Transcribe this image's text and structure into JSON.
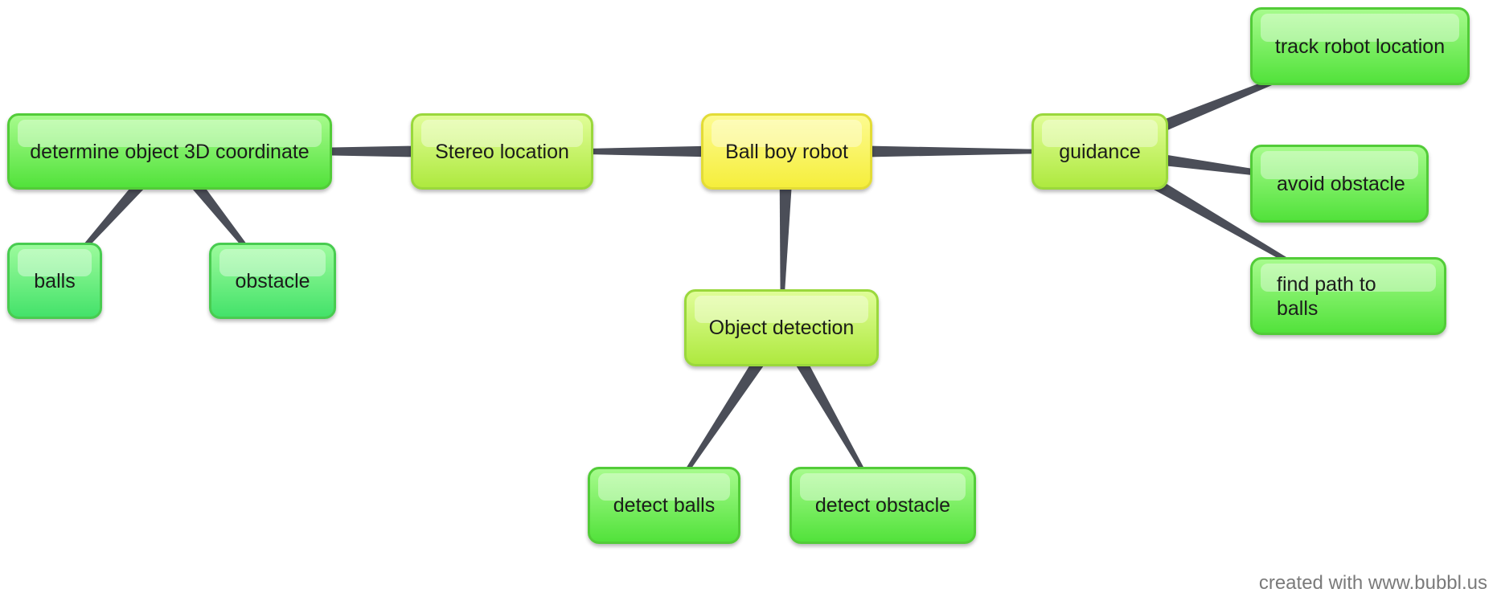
{
  "diagram": {
    "nodes": [
      {
        "id": "root",
        "label": "Ball boy robot"
      },
      {
        "id": "stereo",
        "label": "Stereo location"
      },
      {
        "id": "determine",
        "label": "determine object 3D coordinate"
      },
      {
        "id": "balls",
        "label": "balls"
      },
      {
        "id": "obstacle",
        "label": "obstacle"
      },
      {
        "id": "guidance",
        "label": "guidance"
      },
      {
        "id": "track",
        "label": "track robot location"
      },
      {
        "id": "avoid",
        "label": "avoid obstacle"
      },
      {
        "id": "findpath",
        "label": "find path to balls"
      },
      {
        "id": "objdet",
        "label": "Object detection"
      },
      {
        "id": "detballs",
        "label": "detect balls"
      },
      {
        "id": "detobst",
        "label": "detect obstacle"
      }
    ],
    "edges": [
      [
        "root",
        "stereo"
      ],
      [
        "root",
        "guidance"
      ],
      [
        "root",
        "objdet"
      ],
      [
        "stereo",
        "determine"
      ],
      [
        "determine",
        "balls"
      ],
      [
        "determine",
        "obstacle"
      ],
      [
        "guidance",
        "track"
      ],
      [
        "guidance",
        "avoid"
      ],
      [
        "guidance",
        "findpath"
      ],
      [
        "objdet",
        "detballs"
      ],
      [
        "objdet",
        "detobst"
      ]
    ],
    "colors": {
      "link": "#4b4e58",
      "root": "#f5ee3c",
      "level1": "#aee93f",
      "level2": "#52e23b",
      "leaf": "#44e26a"
    }
  },
  "footer": {
    "credit": "created with www.bubbl.us"
  }
}
